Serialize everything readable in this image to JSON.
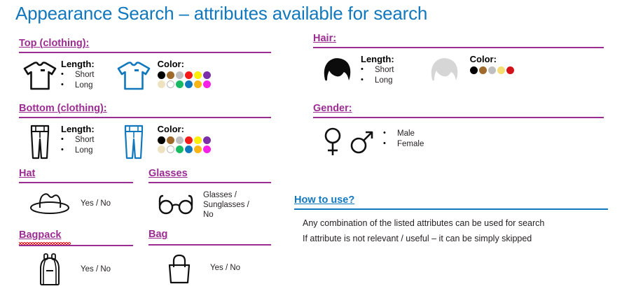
{
  "title": "Appearance Search – attributes available for search",
  "theme": {
    "title_blue": "#1278BE",
    "heading_purple": "#9B2C91",
    "icon_blue": "#1278BE",
    "body_black": "#231f20"
  },
  "palettes": {
    "clothing": [
      {
        "name": "black",
        "hex": "#000000",
        "ring": false
      },
      {
        "name": "beige",
        "hex": "#EFE2C0",
        "ring": false
      },
      {
        "name": "brown",
        "hex": "#A06A2C",
        "ring": false
      },
      {
        "name": "white",
        "hex": "#FFFFFF",
        "ring": true
      },
      {
        "name": "gray",
        "hex": "#BFBFBF",
        "ring": false
      },
      {
        "name": "green",
        "hex": "#17BA63",
        "ring": false
      },
      {
        "name": "red",
        "hex": "#F51A1A",
        "ring": false
      },
      {
        "name": "blue",
        "hex": "#1278BE",
        "ring": false
      },
      {
        "name": "yellow",
        "hex": "#FBEE07",
        "ring": false
      },
      {
        "name": "orange",
        "hex": "#FBB515",
        "ring": false
      },
      {
        "name": "purple",
        "hex": "#7B2FA8",
        "ring": false
      },
      {
        "name": "magenta",
        "hex": "#F820E8",
        "ring": false
      }
    ],
    "hair": [
      {
        "name": "black",
        "hex": "#000000",
        "ring": false
      },
      {
        "name": "brown",
        "hex": "#A06A2C",
        "ring": false
      },
      {
        "name": "gray",
        "hex": "#BFBFBF",
        "ring": false
      },
      {
        "name": "blonde",
        "hex": "#F5DD74",
        "ring": false
      },
      {
        "name": "red",
        "hex": "#D4121A",
        "ring": false
      }
    ]
  },
  "sections": {
    "top": {
      "heading": "Top (clothing):",
      "length_label": "Length:",
      "length_options": [
        "Short",
        "Long"
      ],
      "color_label": "Color:"
    },
    "bottom": {
      "heading": "Bottom (clothing):",
      "length_label": "Length:",
      "length_options": [
        "Short",
        "Long"
      ],
      "color_label": "Color:"
    },
    "hat": {
      "heading": "Hat",
      "value": "Yes / No"
    },
    "bagpack": {
      "heading": "Bagpack",
      "value": "Yes / No"
    },
    "glasses": {
      "heading": "Glasses",
      "value": "Glasses / Sunglasses / No"
    },
    "bag": {
      "heading": "Bag",
      "value": "Yes / No"
    },
    "hair": {
      "heading": "Hair:",
      "length_label": "Length:",
      "length_options": [
        "Short",
        "Long"
      ],
      "color_label": "Color:"
    },
    "gender": {
      "heading": "Gender:",
      "options": [
        "Male",
        "Female"
      ]
    },
    "howto": {
      "heading": "How to use?",
      "lines": [
        "Any combination of the listed attributes can be used for search",
        "If attribute is not relevant / useful – it can be simply skipped"
      ]
    }
  }
}
